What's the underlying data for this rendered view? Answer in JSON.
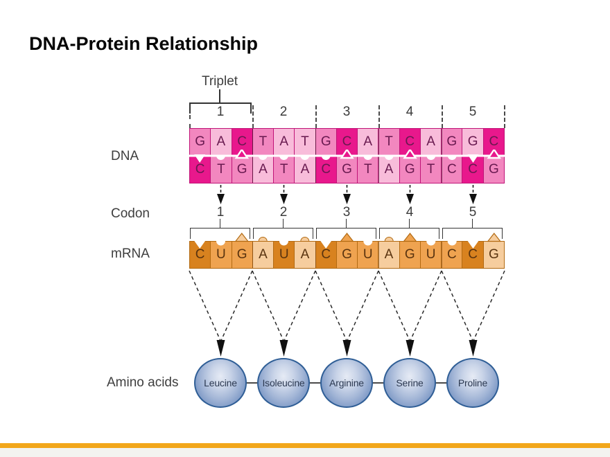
{
  "slide": {
    "title": "DNA-Protein Relationship"
  },
  "diagram": {
    "triplet_label": "Triplet",
    "dna_label": "DNA",
    "codon_label": "Codon",
    "mrna_label": "mRNA",
    "amino_acids_label": "Amino acids",
    "triplet_numbers": [
      "1",
      "2",
      "3",
      "4",
      "5"
    ],
    "codon_numbers": [
      "1",
      "2",
      "3",
      "4",
      "5"
    ],
    "dna_top_strand": [
      "G",
      "A",
      "C",
      "T",
      "A",
      "T",
      "G",
      "C",
      "A",
      "T",
      "C",
      "A",
      "G",
      "G",
      "C"
    ],
    "dna_bottom_strand": [
      "C",
      "T",
      "G",
      "A",
      "T",
      "A",
      "C",
      "G",
      "T",
      "A",
      "G",
      "T",
      "C",
      "C",
      "G"
    ],
    "mrna_strand": [
      "C",
      "U",
      "G",
      "A",
      "U",
      "A",
      "C",
      "G",
      "U",
      "A",
      "G",
      "U",
      "C",
      "C",
      "G"
    ],
    "amino_acids": [
      "Leucine",
      "Isoleucine",
      "Arginine",
      "Serine",
      "Proline"
    ]
  },
  "colors": {
    "accent_bar": "#F2A71B",
    "dna_bright_magenta": "#E8188C",
    "dna_medium_pink": "#F287BF",
    "dna_light_pink": "#F8BCDA",
    "mrna_dark_orange": "#D8821F",
    "mrna_medium_orange": "#EFA350",
    "mrna_light_orange": "#F6CD9E",
    "amino_circle_blue": "#8FA6CD"
  }
}
